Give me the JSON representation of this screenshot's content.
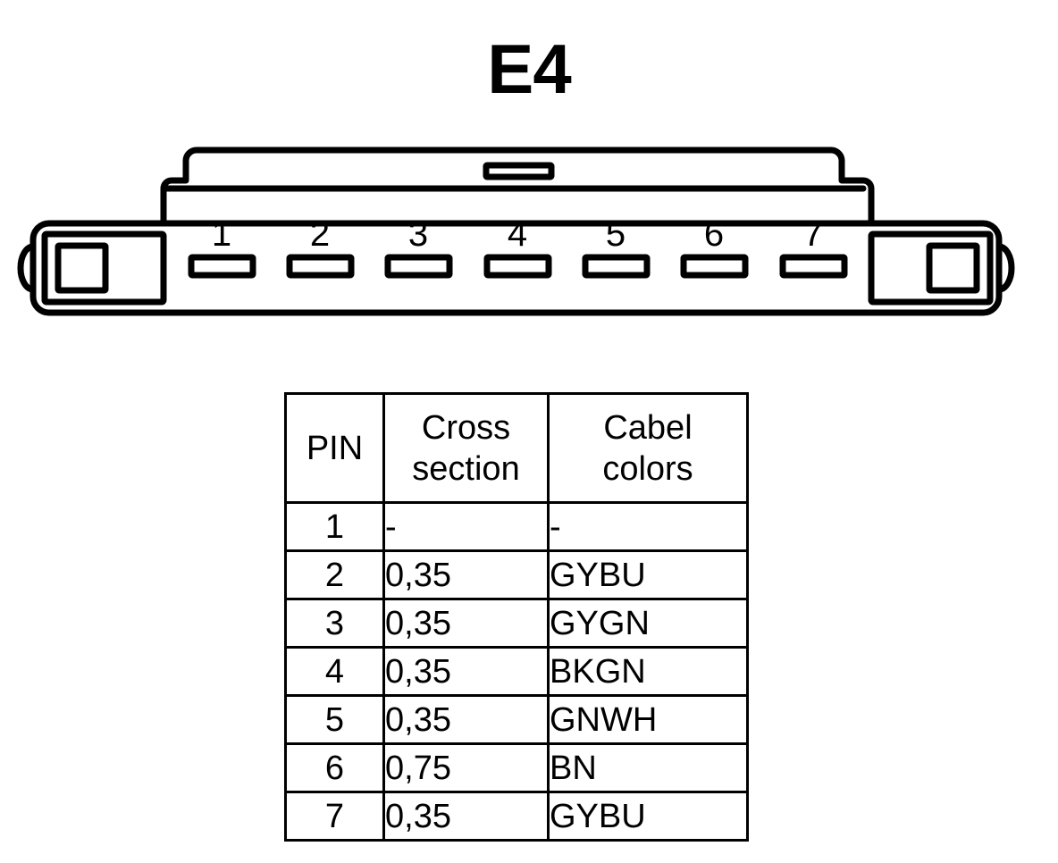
{
  "page": {
    "title": "E4",
    "background_color": "#ffffff",
    "line_color": "#000000"
  },
  "connector": {
    "name": "E4",
    "pin_count": 7,
    "orientation": "front view",
    "latch_slot": "center-top-slot",
    "pin_labels": [
      "1",
      "2",
      "3",
      "4",
      "5",
      "6",
      "7"
    ]
  },
  "table": {
    "headers": {
      "pin": "PIN",
      "cross_section_line1": "Cross",
      "cross_section_line2": "section",
      "cable_colors_line1": "Cabel",
      "cable_colors_line2": "colors"
    },
    "rows": [
      {
        "pin": "1",
        "cross_section": "-",
        "cable_colors": "-"
      },
      {
        "pin": "2",
        "cross_section": "0,35",
        "cable_colors": "GYBU"
      },
      {
        "pin": "3",
        "cross_section": "0,35",
        "cable_colors": "GYGN"
      },
      {
        "pin": "4",
        "cross_section": "0,35",
        "cable_colors": "BKGN"
      },
      {
        "pin": "5",
        "cross_section": "0,35",
        "cable_colors": "GNWH"
      },
      {
        "pin": "6",
        "cross_section": "0,75",
        "cable_colors": "BN"
      },
      {
        "pin": "7",
        "cross_section": "0,35",
        "cable_colors": "GYBU"
      }
    ]
  }
}
